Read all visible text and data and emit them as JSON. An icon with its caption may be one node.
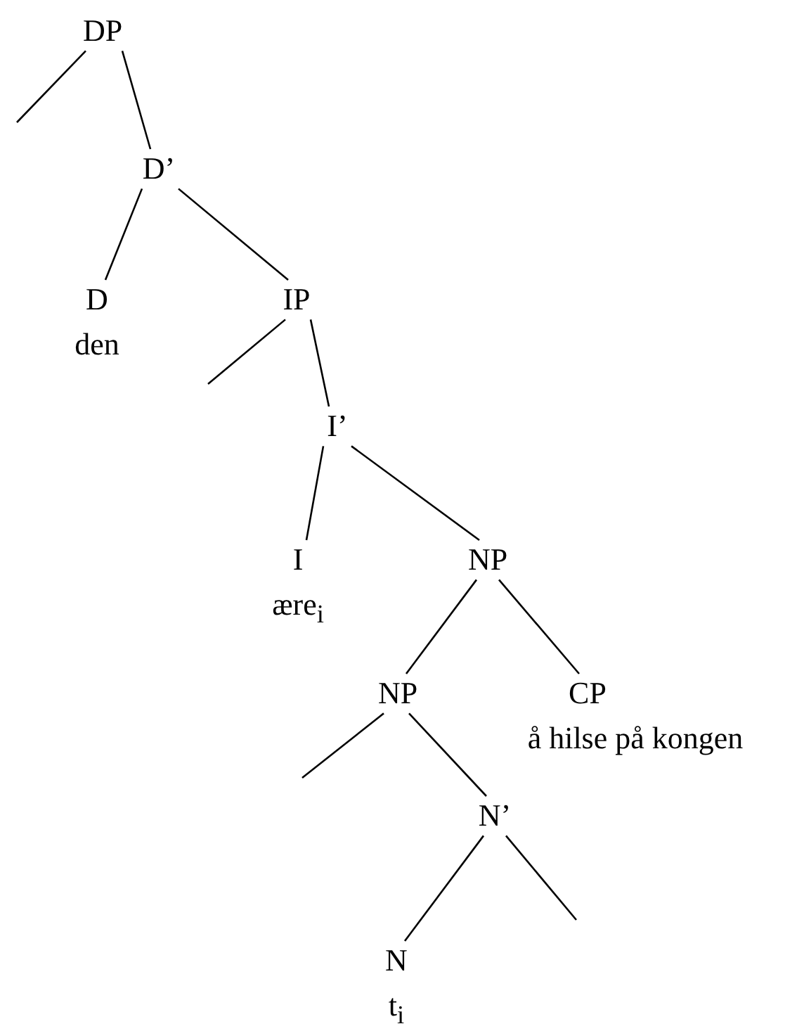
{
  "diagram": {
    "nodes": [
      {
        "text": [
          "DP"
        ]
      },
      {
        "text": [
          "D’"
        ]
      },
      {
        "text": [
          "D",
          "den"
        ]
      },
      {
        "text": [
          "IP"
        ]
      },
      {
        "text": [
          "I’"
        ]
      },
      {
        "text": [
          "I",
          "ære$_{i}$"
        ]
      },
      {
        "text": [
          "NP"
        ]
      },
      {
        "text": [
          "NP"
        ]
      },
      {
        "text": [
          "CP",
          "å hilse på kongen"
        ]
      },
      {
        "text": [
          "N’"
        ]
      },
      {
        "text": [
          "N",
          "t$_{i}$"
        ]
      }
    ],
    "edges": [
      {
        "from": 0,
        "to": null,
        "arrow": "none"
      },
      {
        "from": 0,
        "to": 1,
        "arrow": "none"
      },
      {
        "from": 1,
        "to": 2,
        "arrow": "none"
      },
      {
        "from": 1,
        "to": 3,
        "arrow": "none"
      },
      {
        "from": 3,
        "to": null,
        "arrow": "none"
      },
      {
        "from": 3,
        "to": 4,
        "arrow": "none"
      },
      {
        "from": 4,
        "to": 5,
        "arrow": "none"
      },
      {
        "from": 4,
        "to": 6,
        "arrow": "none"
      },
      {
        "from": 6,
        "to": 7,
        "arrow": "none"
      },
      {
        "from": 6,
        "to": 8,
        "arrow": "none"
      },
      {
        "from": 7,
        "to": null,
        "arrow": "none"
      },
      {
        "from": 7,
        "to": 9,
        "arrow": "none"
      },
      {
        "from": 9,
        "to": 10,
        "arrow": "none"
      },
      {
        "from": 9,
        "to": null,
        "arrow": "none"
      }
    ]
  }
}
